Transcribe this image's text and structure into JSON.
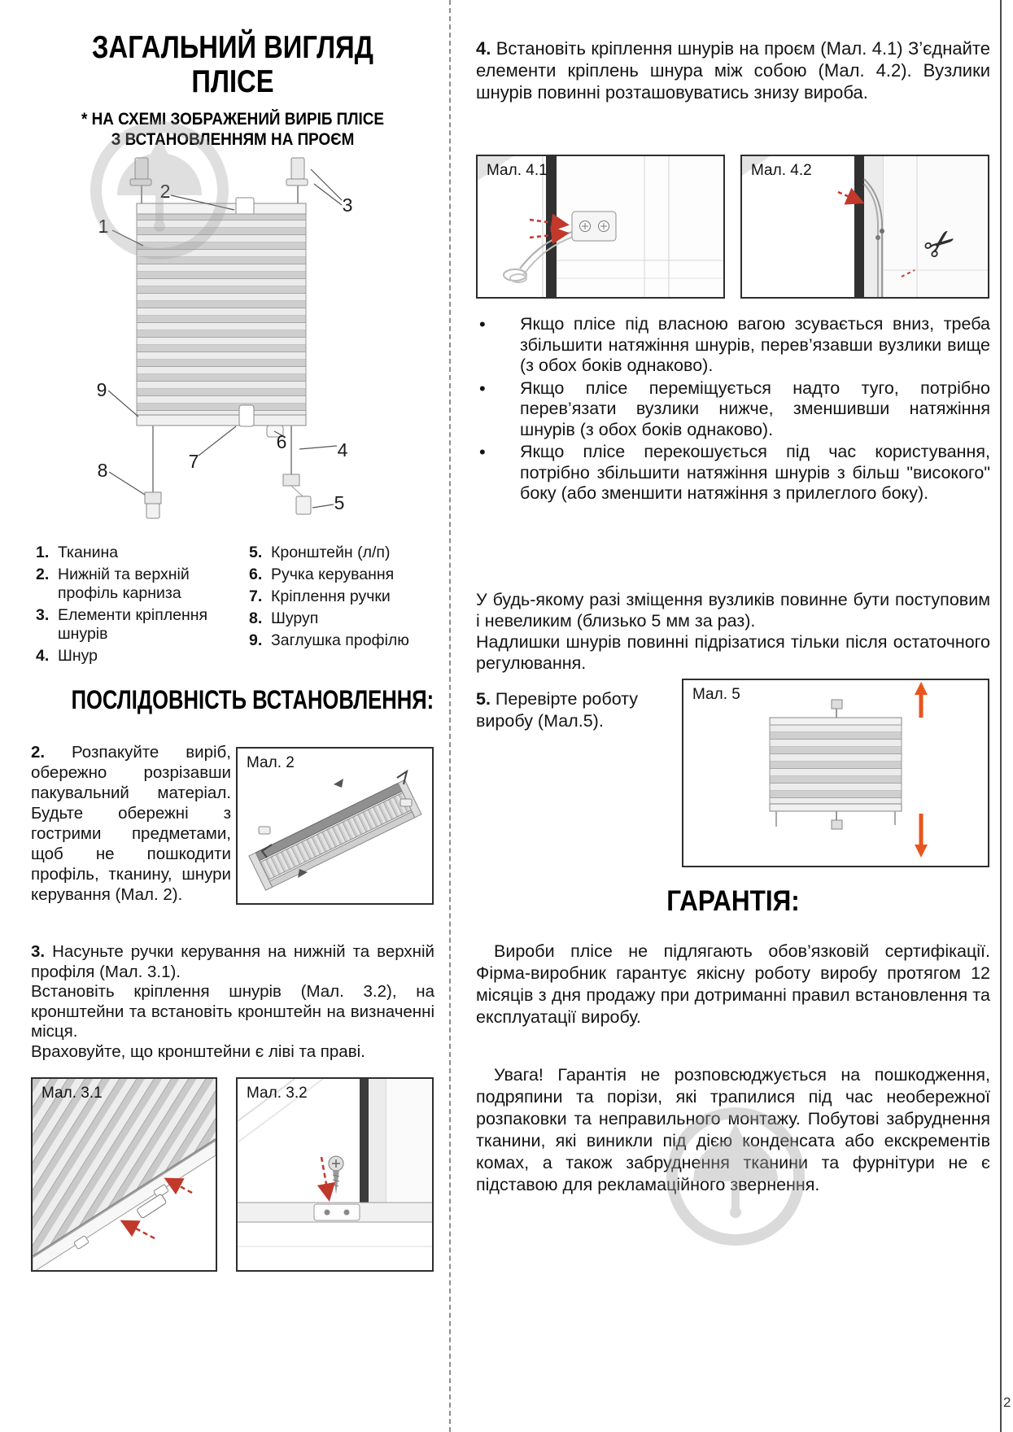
{
  "page": {
    "number": "2"
  },
  "icons": {
    "scissors": "✂",
    "bullet": "•"
  },
  "colors": {
    "accent_red": "#c0392b",
    "arrow_orange": "#e8551c"
  },
  "figures": {
    "fig2": "Мал. 2",
    "fig31": "Мал. 3.1",
    "fig32": "Мал. 3.2",
    "fig41": "Мал. 4.1",
    "fig42": "Мал. 4.2",
    "fig5": "Мал. 5"
  },
  "left": {
    "title1": "ЗАГАЛЬНИЙ ВИГЛЯД",
    "title2": "ПЛІСЕ",
    "subtitle1": "* НА СХЕМІ ЗОБРАЖЕНИЙ ВИРІБ ПЛІСЕ",
    "subtitle2": "З ВСТАНОВЛЕННЯМ НА ПРОЄМ",
    "diagram_numbers": [
      "1",
      "2",
      "3",
      "4",
      "5",
      "6",
      "7",
      "8",
      "9"
    ],
    "legend_col1": [
      {
        "num": "1.",
        "text": "Тканина"
      },
      {
        "num": "2.",
        "text": "Нижній та верхній профіль карниза"
      },
      {
        "num": "3.",
        "text": "Елементи кріплення шнурів"
      },
      {
        "num": "4.",
        "text": "Шнур"
      }
    ],
    "legend_col2": [
      {
        "num": "5.",
        "text": "Кронштейн (л/п)"
      },
      {
        "num": "6.",
        "text": "Ручка керування"
      },
      {
        "num": "7.",
        "text": "Кріплення ручки"
      },
      {
        "num": "8.",
        "text": "Шуруп"
      },
      {
        "num": "9.",
        "text": "Заглушка профілю"
      }
    ],
    "section_title": "ПОСЛІДОВНІСТЬ ВСТАНОВЛЕННЯ:",
    "step2_num": "2.",
    "step2_text": "Розпакуйте виріб, обережно розрізавши пакувальний матеріал. Будьте обережні з гострими предметами, щоб не пошкодити профіль, тканину, шнури керування (Мал. 2).",
    "step3_num": "3.",
    "step3_s1": "Насуньте ручки керування на нижній та верхній профіля (Мал. 3.1).",
    "step3_s2": "Встановіть кріплення шнурів (Мал. 3.2), на кронштейни та встановіть кронштейн на визначенні місця.",
    "step3_s3": "Враховуйте, що кронштейни є ліві та праві."
  },
  "right": {
    "step4_num": "4.",
    "step4_text": "Встановіть кріплення шнурів на проєм (Мал. 4.1) З’єднайте елементи кріплень шнура між собою (Мал. 4.2). Вузлики шнурів повинні розташовуватись знизу вироба.",
    "bullets": [
      "Якщо плісе під власною вагою зсувається вниз, треба збільшити натяжіння шнурів, перев’язавши вузлики вище (з обох боків однаково).",
      "Якщо плісе переміщується надто туго, потрібно перев’язати вузлики нижче, зменшивши натяжіння шнурів (з обох боків однаково).",
      "Якщо плісе перекошується під час користування, потрібно збільшити натяжіння шнурів з більш \"високого\" боку (або зменшити натяжіння з прилеглого боку)."
    ],
    "note1": "У будь-якому разі зміщення вузликів повинне бути поступовим і невеликим (близько 5 мм за раз).",
    "note2": "Надлишки шнурів повинні підрізатися тільки після остаточного регулювання.",
    "step5_num": "5.",
    "step5_text": "Перевірте роботу виробу (Мал.5).",
    "warranty_title": "ГАРАНТІЯ:",
    "warranty_p1": "Вироби плісе не підлягають обов’язковій сертифікації. Фірма-виробник гарантує якісну роботу виробу протягом 12 місяців з дня продажу при дотриманні правил встановлення та експлуатації виробу.",
    "warranty_p2": "Увага! Гарантія не розповсюджується на пошкодження, подряпини та порізи, які трапилися під час необережної розпаковки та неправильного монтажу. Побутові забруднення тканини, які виникли під дією конденсата або екскрементів комах, а також забруднення тканини та фурнітури не є підставою для рекламаційного звернення."
  }
}
